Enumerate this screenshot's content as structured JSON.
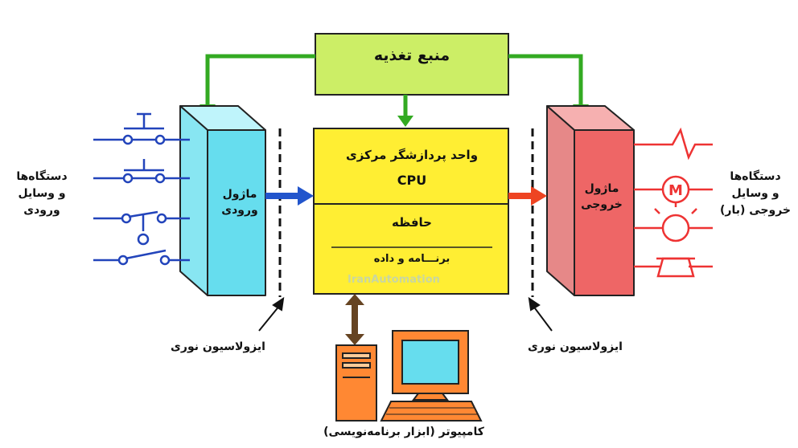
{
  "diagram": {
    "power_supply": "منبع تغذیه",
    "cpu_title": "واحد پردازشگر مرکزی",
    "cpu_abbr": "CPU",
    "memory": "حافظه",
    "program_data": "برنـــامه و داده",
    "watermark": "IranAutomation",
    "input_module": [
      "ماژول",
      "ورودی"
    ],
    "output_module": [
      "ماژول",
      "خروجی"
    ],
    "input_devices": [
      "دستگاه‌ها",
      "و وسایل",
      "ورودی"
    ],
    "output_devices": [
      "دستگاه‌ها",
      "و وسایل",
      "خروجی (بار)"
    ],
    "isolation_left": "ایزولاسیون نوری",
    "isolation_right": "ایزولاسیون نوری",
    "computer": "کامپیوتر (ابزار برنامه‌نویسی)",
    "motor_symbol": "M"
  },
  "colors": {
    "power": "#ccee66",
    "cpu": "#ffee33",
    "input_module": "#66ddee",
    "output_module": "#ee6666",
    "input_lines": "#2244bb",
    "output_lines": "#ee3333",
    "power_arrows": "#33aa22",
    "computer": "#ff8833",
    "comm_arrow": "#664422"
  }
}
